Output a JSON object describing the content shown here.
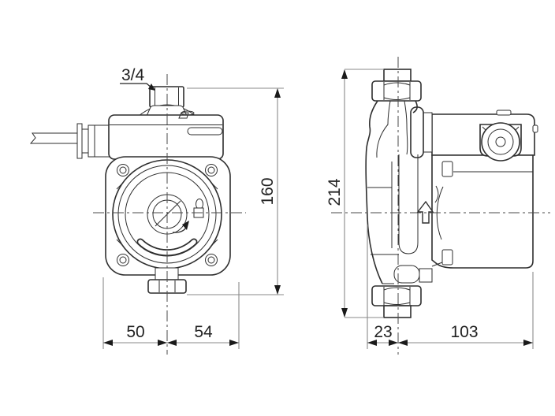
{
  "drawing": {
    "front_view": {
      "thread_size_label": "3/4",
      "height_dim": "160",
      "center_to_left_dim": "50",
      "center_to_right_dim": "54"
    },
    "side_view": {
      "height_dim": "214",
      "front_offset_dim": "23",
      "depth_dim": "103"
    },
    "colors": {
      "line": "#2e2e2e",
      "dimension_line": "#8a8a8a",
      "text": "#222222",
      "background": "#ffffff"
    }
  }
}
